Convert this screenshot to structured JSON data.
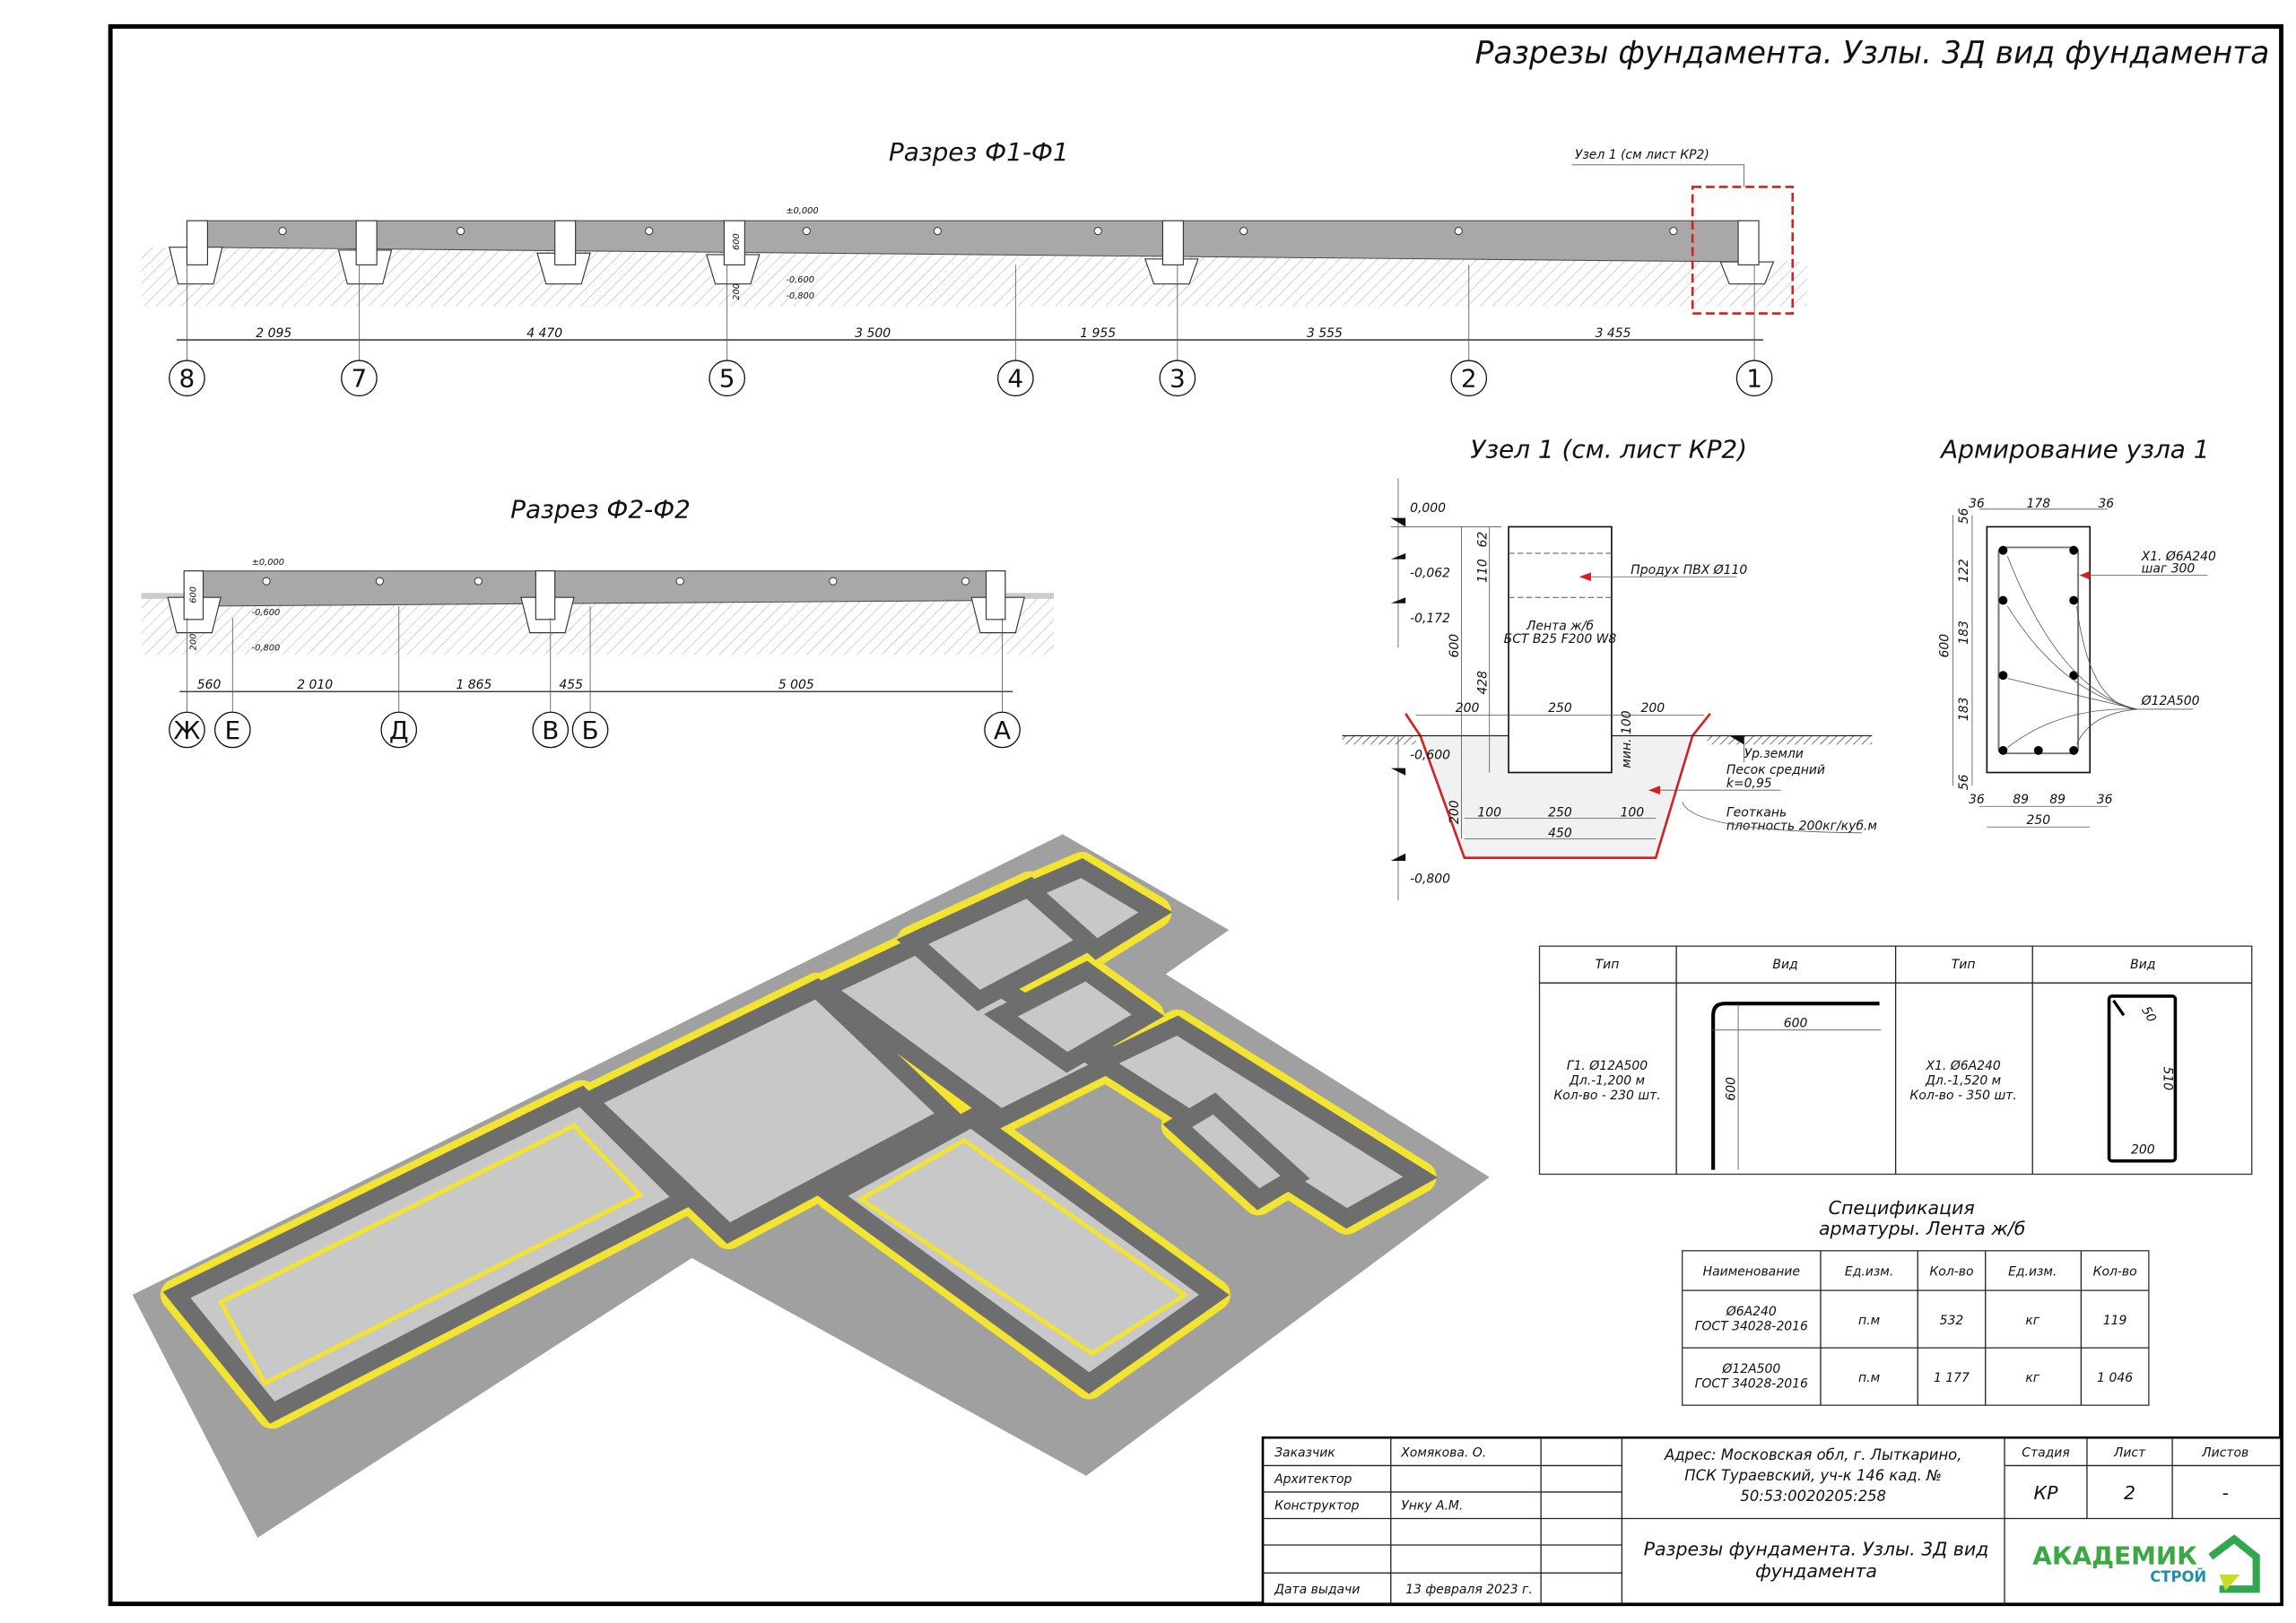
{
  "sheet_title": "Разрезы фундамента. Узлы. 3Д вид фундамента",
  "section1": {
    "title": "Разрез Ф1-Ф1",
    "node_callout": "Узел 1 (см лист КР2)",
    "levels": [
      "±0,000",
      "-0,600",
      "-0,800"
    ],
    "height_dims": [
      "600",
      "200"
    ],
    "dims": [
      "2 095",
      "4 470",
      "3 500",
      "1 955",
      "3 555",
      "3 455"
    ],
    "axes": [
      "8",
      "7",
      "5",
      "4",
      "3",
      "2",
      "1"
    ]
  },
  "section2": {
    "title": "Разрез Ф2-Ф2",
    "levels": [
      "±0,000",
      "-0,600",
      "-0,800"
    ],
    "height_dims": [
      "600",
      "200"
    ],
    "dims": [
      "560",
      "2 010",
      "1 865",
      "455",
      "5 005"
    ],
    "axes": [
      "Ж",
      "Е",
      "Д",
      "В",
      "Б",
      "А"
    ]
  },
  "node1": {
    "title": "Узел 1 (см. лист КР2)",
    "levels": [
      "0,000",
      "-0,062",
      "-0,172",
      "-0,600",
      "-0,800"
    ],
    "vertical_dims": [
      "600",
      "62",
      "110",
      "428",
      "200"
    ],
    "top_dims": [
      "200",
      "250",
      "200"
    ],
    "min_dim": "мин. 100",
    "bottom_dims": [
      "100",
      "250",
      "100"
    ],
    "bottom_total": "450",
    "vent_label": "Продух ПВХ Ø110",
    "strip_label_1": "Лента ж/б",
    "strip_label_2": "БСТ B25 F200 W8",
    "ground_label": "Ур.земли",
    "sand_label_1": "Песок средний",
    "sand_label_2": "k=0,95",
    "geo_label_1": "Геоткань",
    "geo_label_2": "плотность 200кг/куб.м"
  },
  "reinforcement": {
    "title": "Армирование узла 1",
    "top_dims": [
      "36",
      "178",
      "36"
    ],
    "left_dims": [
      "56",
      "122",
      "183",
      "183",
      "56"
    ],
    "height": "600",
    "bottom_dims": [
      "36",
      "89",
      "89",
      "36"
    ],
    "width": "250",
    "stirrup_label_1": "X1. Ø6А240",
    "stirrup_label_2": "шаг 300",
    "bar_label": "Ø12А500"
  },
  "bending_table": {
    "headers": [
      "Тип",
      "Вид",
      "Тип",
      "Вид"
    ],
    "g1": [
      "Г1. Ø12А500",
      "Дл.-1,200 м",
      "Кол-во - 230 шт."
    ],
    "g1_dims": [
      "600",
      "600"
    ],
    "x1": [
      "X1. Ø6А240",
      "Дл.-1,520 м",
      "Кол-во - 350 шт."
    ],
    "x1_dims": [
      "50",
      "510",
      "200"
    ]
  },
  "spec": {
    "title_1": "Спецификация",
    "title_2": "арматуры. Лента ж/б",
    "headers": [
      "Наименование",
      "Ед.изм.",
      "Кол-во",
      "Ед.изм.",
      "Кол-во"
    ],
    "rows": [
      {
        "name_1": "Ø6А240",
        "name_2": "ГОСТ 34028-2016",
        "unit1": "п.м",
        "qty1": "532",
        "unit2": "кг",
        "qty2": "119"
      },
      {
        "name_1": "Ø12А500",
        "name_2": "ГОСТ 34028-2016",
        "unit1": "п.м",
        "qty1": "1 177",
        "unit2": "кг",
        "qty2": "1 046"
      }
    ]
  },
  "title_block": {
    "roles": [
      "Заказчик",
      "Архитектор",
      "Конструктор",
      "Дата выдачи"
    ],
    "customer": "Хомякова. О.",
    "constructor": "Унку А.М.",
    "date": "13 февраля 2023 г.",
    "address_1": "Адрес: Московская обл, г. Лыткарино,",
    "address_2": "ПСК Тураевский, уч-к 146 кад. №",
    "address_3": "50:53:0020205:258",
    "stage_header": "Стадия",
    "sheet_header": "Лист",
    "sheets_header": "Листов",
    "stage": "КР",
    "sheet": "2",
    "sheets": "-",
    "drawing_title_1": "Разрезы фундамента. Узлы. 3Д вид",
    "drawing_title_2": "фундамента",
    "logo_text_1": "АКАДЕМИК",
    "logo_text_2": "СТРОЙ"
  },
  "colors": {
    "accent_red": "#d42020",
    "geotextile_yellow": "#f2e430",
    "concrete": "#a6a6a6",
    "logo_green": "#3aa845"
  }
}
